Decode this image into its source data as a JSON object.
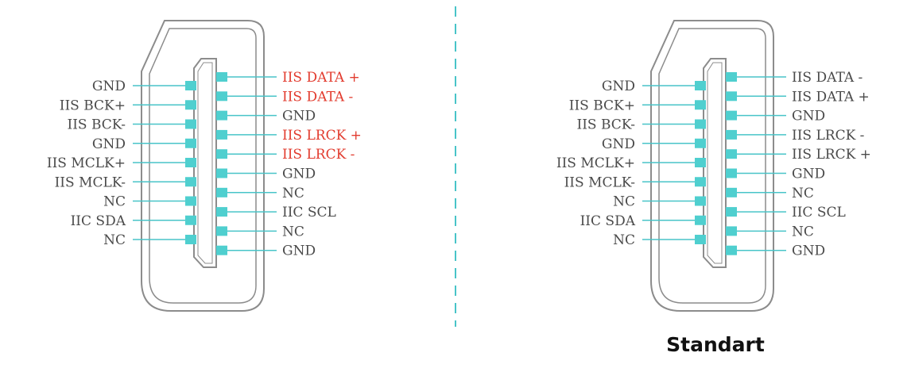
{
  "colors": {
    "wire": "#48c4c8",
    "pin": "#4fcfcf",
    "outline": "#8c8c8c",
    "label": "#4a4a4a",
    "highlight": "#e23b2e",
    "divider": "#48c4c8"
  },
  "connectors": [
    {
      "name": "custom",
      "caption": "",
      "left_pins": [
        {
          "label": "GND"
        },
        {
          "label": "IIS BCK+"
        },
        {
          "label": "IIS BCK-"
        },
        {
          "label": "GND"
        },
        {
          "label": "IIS MCLK+"
        },
        {
          "label": "IIS MCLK-"
        },
        {
          "label": "NC"
        },
        {
          "label": "IIC SDA"
        },
        {
          "label": "NC"
        }
      ],
      "right_pins": [
        {
          "label": "IIS DATA +",
          "highlight": true
        },
        {
          "label": "IIS DATA -",
          "highlight": true
        },
        {
          "label": "GND"
        },
        {
          "label": "IIS LRCK +",
          "highlight": true
        },
        {
          "label": "IIS LRCK -",
          "highlight": true
        },
        {
          "label": "GND"
        },
        {
          "label": "NC"
        },
        {
          "label": "IIC SCL"
        },
        {
          "label": "NC"
        },
        {
          "label": "GND"
        }
      ]
    },
    {
      "name": "standard",
      "caption": "Standart",
      "left_pins": [
        {
          "label": "GND"
        },
        {
          "label": "IIS BCK+"
        },
        {
          "label": "IIS BCK-"
        },
        {
          "label": "GND"
        },
        {
          "label": "IIS MCLK+"
        },
        {
          "label": "IIS MCLK-"
        },
        {
          "label": "NC"
        },
        {
          "label": "IIC SDA"
        },
        {
          "label": "NC"
        }
      ],
      "right_pins": [
        {
          "label": "IIS DATA -"
        },
        {
          "label": "IIS DATA +"
        },
        {
          "label": "GND"
        },
        {
          "label": "IIS LRCK -"
        },
        {
          "label": "IIS LRCK +"
        },
        {
          "label": "GND"
        },
        {
          "label": "NC"
        },
        {
          "label": "IIC SCL"
        },
        {
          "label": "NC"
        },
        {
          "label": "GND"
        }
      ]
    }
  ]
}
